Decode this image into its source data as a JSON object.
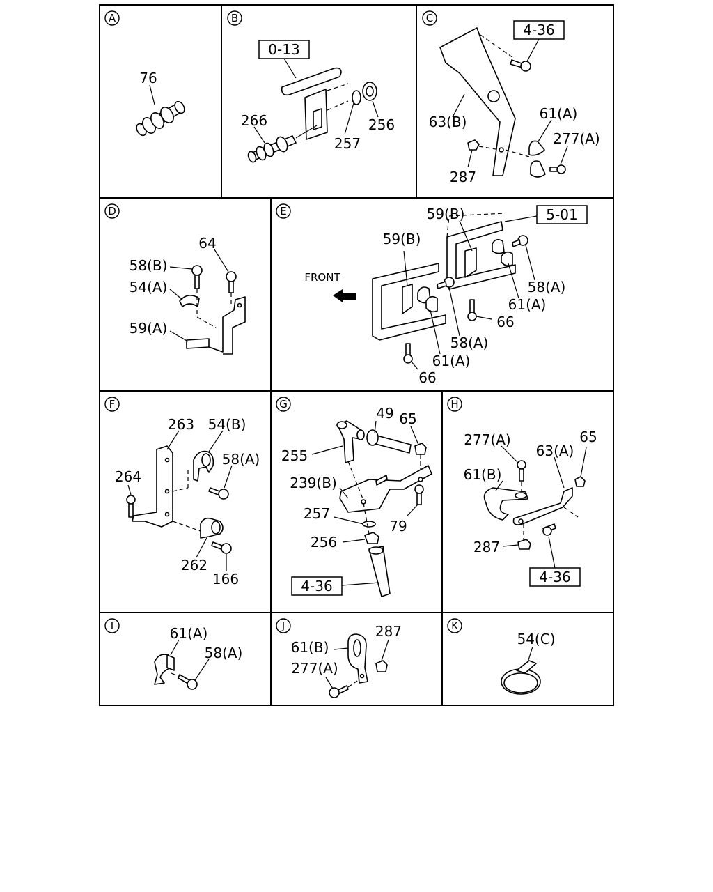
{
  "panels": {
    "A": {
      "letter": "A",
      "labels": {
        "p76": "76"
      }
    },
    "B": {
      "letter": "B",
      "ref": "0-13",
      "labels": {
        "p266": "266",
        "p257": "257",
        "p256": "256"
      }
    },
    "C": {
      "letter": "C",
      "ref": "4-36",
      "labels": {
        "p63b": "63(B)",
        "p61a": "61(A)",
        "p277a": "277(A)",
        "p287": "287"
      }
    },
    "D": {
      "letter": "D",
      "labels": {
        "p64": "64",
        "p58b": "58(B)",
        "p54a": "54(A)",
        "p59a": "59(A)"
      }
    },
    "E": {
      "letter": "E",
      "ref": "5-01",
      "front": "FRONT",
      "labels": {
        "p59b_1": "59(B)",
        "p59b_2": "59(B)",
        "p58a_1": "58(A)",
        "p61a_1": "61(A)",
        "p66_1": "66",
        "p58a_2": "58(A)",
        "p61a_2": "61(A)",
        "p66_2": "66"
      }
    },
    "F": {
      "letter": "F",
      "labels": {
        "p263": "263",
        "p54b": "54(B)",
        "p58a": "58(A)",
        "p264": "264",
        "p262": "262",
        "p166": "166"
      }
    },
    "G": {
      "letter": "G",
      "ref": "4-36",
      "labels": {
        "p49": "49",
        "p65": "65",
        "p255": "255",
        "p239b": "239(B)",
        "p257": "257",
        "p79": "79",
        "p256": "256"
      }
    },
    "H": {
      "letter": "H",
      "ref": "4-36",
      "labels": {
        "p277a": "277(A)",
        "p63a": "63(A)",
        "p65": "65",
        "p61b": "61(B)",
        "p287": "287"
      }
    },
    "I": {
      "letter": "I",
      "labels": {
        "p61a": "61(A)",
        "p58a": "58(A)"
      }
    },
    "J": {
      "letter": "J",
      "labels": {
        "p287": "287",
        "p61b": "61(B)",
        "p277a": "277(A)"
      }
    },
    "K": {
      "letter": "K",
      "labels": {
        "p54c": "54(C)"
      }
    }
  }
}
